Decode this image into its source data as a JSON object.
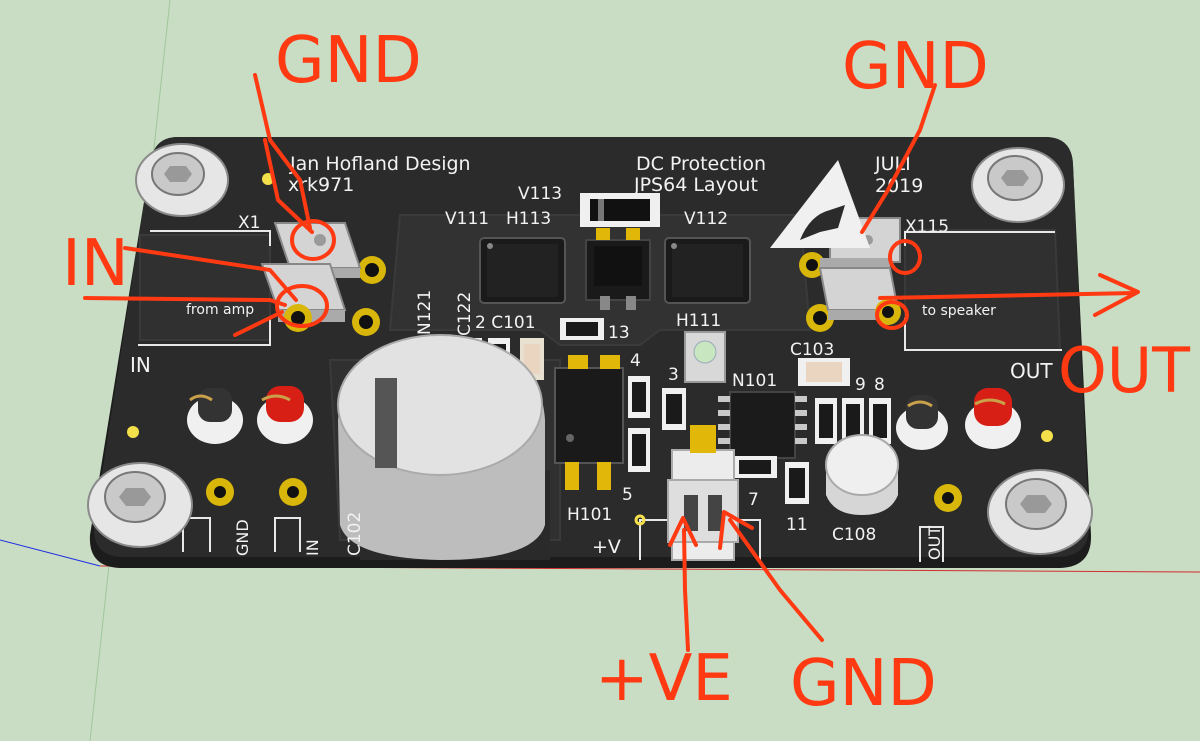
{
  "board": {
    "designer": "Jan Hofland Design",
    "author": "xrk971",
    "title": "DC Protection",
    "subtitle": "JPS64 Layout",
    "month": "JULI",
    "year": "2019",
    "label_from_amp": "from amp",
    "label_to_speaker": "to speaker",
    "label_in": "IN",
    "label_out": "OUT",
    "label_plus_v": "+V",
    "pad_gnd": "GND",
    "pad_in": "IN",
    "pad_out": "OUT"
  },
  "refdes": {
    "x1": "X1",
    "x115": "X115",
    "v113": "V113",
    "v111": "V111",
    "h113": "H113",
    "v112": "V112",
    "n121": "N121",
    "c122": "C122",
    "c101": "2 C101",
    "r13": "13",
    "h111": "H111",
    "c103": "C103",
    "n101": "N101",
    "r3": "3",
    "r4": "4",
    "r9": "9",
    "r8": "8",
    "c102": "C102",
    "h101": "H101",
    "r5": "5",
    "r7": "7",
    "r11": "11",
    "c108": "C108"
  },
  "annotations": {
    "gnd_left": "GND",
    "gnd_right": "GND",
    "in": "IN",
    "out": "OUT",
    "plus_ve": "+VE",
    "gnd_bottom": "GND"
  },
  "colors": {
    "background": "#c9dcc4",
    "pcb": "#2b2b2b",
    "copper_pour": "#333333",
    "silkscreen": "#f2f2f2",
    "annotation": "#ff3a12",
    "led_red": "#d81f16",
    "pad_gold": "#e1b80a"
  }
}
